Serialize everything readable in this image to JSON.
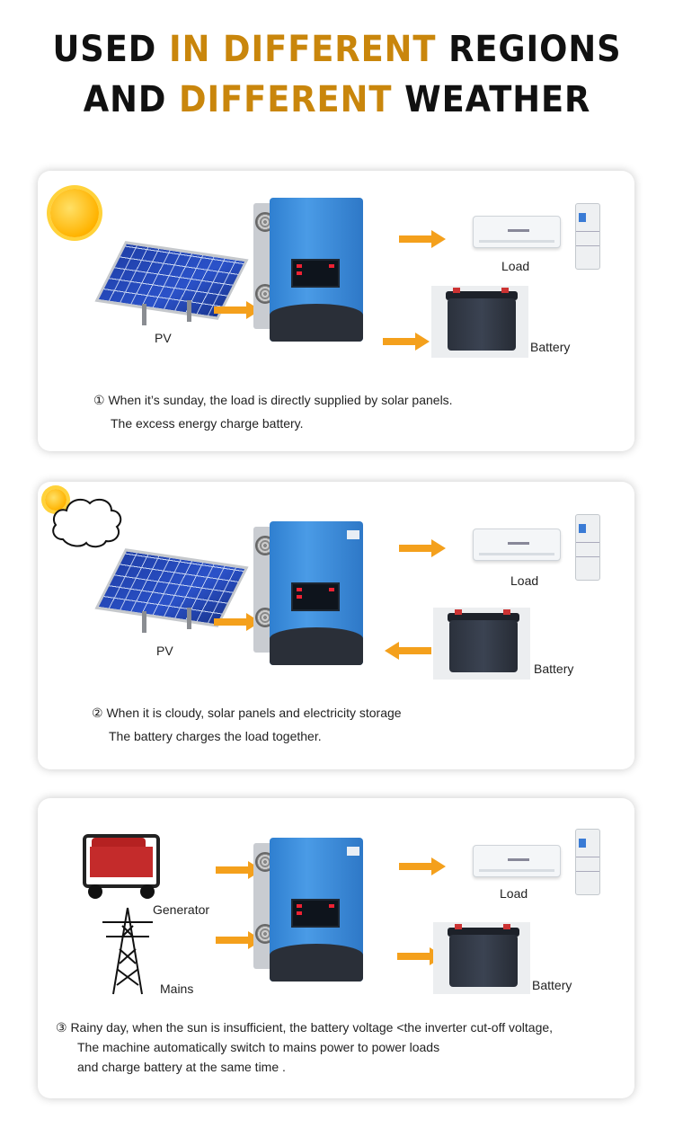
{
  "headline": {
    "line1": {
      "w1": "USED ",
      "w2": "IN ",
      "w3": "DIFFERENT ",
      "w4": "REGIONS"
    },
    "line2": {
      "w1": "AND ",
      "w2": "DIFFERENT ",
      "w3": "WEATHER"
    },
    "accent_color": "#c9860c"
  },
  "panels": [
    {
      "weather": "sunny",
      "source_label": "PV",
      "load_label": "Load",
      "battery_label": "Battery",
      "caption_lines": [
        "①  When it’s sunday, the load is directly supplied by solar panels.",
        "The excess energy charge battery."
      ]
    },
    {
      "weather": "cloudy",
      "source_label": "PV",
      "load_label": "Load",
      "battery_label": "Battery",
      "caption_lines": [
        "②  When it is cloudy, solar panels and electricity storage",
        "The battery charges the load together."
      ]
    },
    {
      "weather": "rainy",
      "generator_label": "Generator",
      "mains_label": "Mains",
      "load_label": "Load",
      "battery_label": "Battery",
      "caption_lines": [
        "③  Rainy day, when the sun is insufficient, the battery voltage <the inverter cut-off voltage,",
        "The machine automatically switch to mains power to power loads",
        "and charge battery at the same time ."
      ]
    }
  ],
  "colors": {
    "arrow": "#f4a01c",
    "inverter_blue": "#3a8ddd"
  },
  "icons": [
    "sun-icon",
    "cloud-icon",
    "solar-panel-icon",
    "inverter-icon",
    "air-conditioner-icon",
    "fridge-icon",
    "battery-icon",
    "generator-icon",
    "power-pylon-icon",
    "arrow-icon"
  ]
}
